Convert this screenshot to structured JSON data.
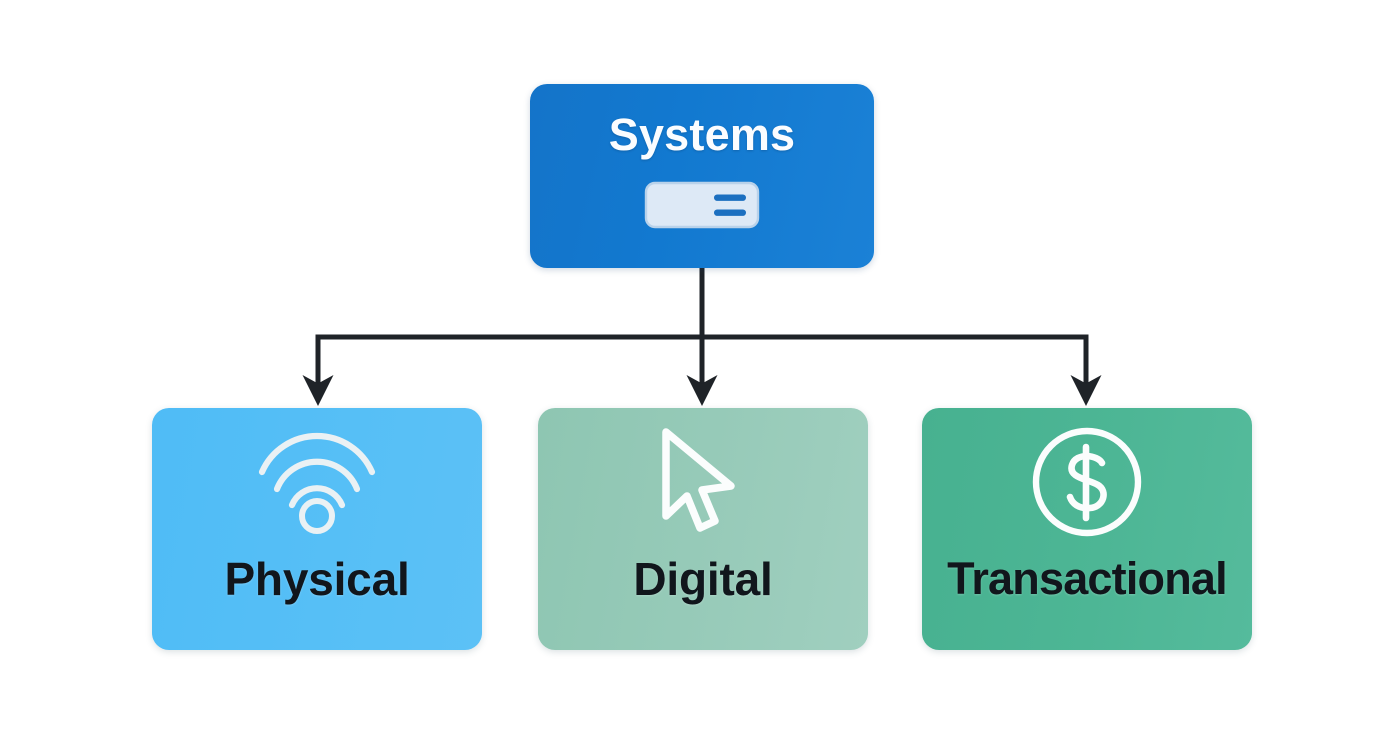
{
  "diagram": {
    "type": "hierarchy-tree",
    "background_color": "#ffffff",
    "connector_color": "#1f2328",
    "root": {
      "label": "Systems",
      "icon": "server-rack-icon",
      "background_color": "#1279d0",
      "text_color": "#fbfdff"
    },
    "children": [
      {
        "label": "Physical",
        "icon": "wifi-icon",
        "background_color": "#54bdf5",
        "text_color": "#11161c",
        "icon_color": "#eef4f6"
      },
      {
        "label": "Digital",
        "icon": "cursor-pointer-icon",
        "background_color": "#96cab8",
        "text_color": "#11161c",
        "icon_color": "#ffffff"
      },
      {
        "label": "Transactional",
        "icon": "dollar-circle-icon",
        "background_color": "#4cb595",
        "text_color": "#11161c",
        "icon_color": "#ffffff"
      }
    ]
  }
}
